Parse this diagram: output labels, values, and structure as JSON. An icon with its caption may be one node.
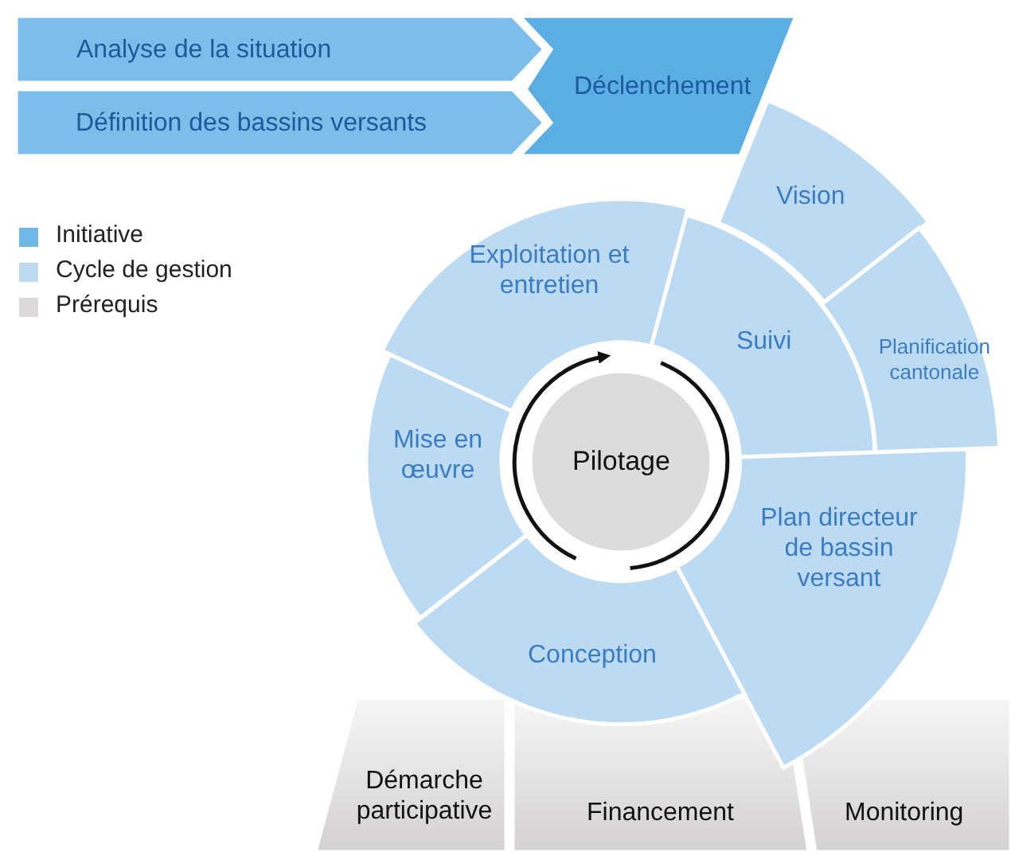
{
  "diagram": {
    "nodes": [
      {
        "text": [
          "Analyse de la situation"
        ]
      },
      {
        "text": [
          "Définition des bassins versants"
        ]
      },
      {
        "text": [
          "Déclenchement"
        ]
      },
      {
        "text": [
          "Vision"
        ]
      },
      {
        "text": [
          "Planification cantonale"
        ]
      },
      {
        "text": [
          "Suivi"
        ]
      },
      {
        "text": [
          "Plan directeur de bassin versant"
        ]
      },
      {
        "text": [
          "Conception"
        ]
      },
      {
        "text": [
          "Mise en œuvre"
        ]
      },
      {
        "text": [
          "Exploitation et entretien"
        ]
      },
      {
        "text": [
          "Pilotage"
        ]
      },
      {
        "text": [
          "Démarche participative"
        ]
      },
      {
        "text": [
          "Financement"
        ]
      },
      {
        "text": [
          "Monitoring"
        ]
      }
    ],
    "legend": [
      {
        "text": "Initiative",
        "color": "#6fb7e6"
      },
      {
        "text": "Cycle de gestion",
        "color": "#bcdaf2"
      },
      {
        "text": "Prérequis",
        "color": "#dcd8dc"
      }
    ]
  }
}
